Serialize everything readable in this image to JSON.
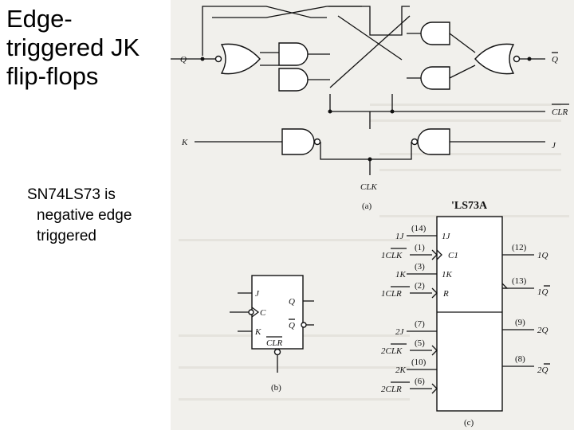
{
  "slide": {
    "title": "Edge-triggered JK flip-flops",
    "bullet_line1": "SN74LS73 is",
    "bullet_line2": "negative edge",
    "bullet_line3": "triggered"
  },
  "figure_a": {
    "caption": "(a)",
    "q_label": "Q",
    "q_bar_label": "Q",
    "k_label": "K",
    "j_label": "J",
    "clr_label": "CLR",
    "clk_label": "CLK"
  },
  "figure_b": {
    "caption": "(b)",
    "j": "J",
    "c": "C",
    "k": "K",
    "q": "Q",
    "q_bar": "Q",
    "clr": "CLR"
  },
  "figure_c": {
    "caption": "(c)",
    "chip_name": "'LS73A",
    "left_pins": [
      {
        "signal": "1J",
        "pin": "(14)",
        "inner": "1J"
      },
      {
        "signal": "1CLK",
        "pin": "(1)",
        "inner": "C1"
      },
      {
        "signal": "1K",
        "pin": "(3)",
        "inner": "1K"
      },
      {
        "signal": "1CLR",
        "pin": "(2)",
        "inner": "R"
      },
      {
        "signal": "2J",
        "pin": "(7)",
        "inner": ""
      },
      {
        "signal": "2CLK",
        "pin": "(5)",
        "inner": ""
      },
      {
        "signal": "2K",
        "pin": "(10)",
        "inner": ""
      },
      {
        "signal": "2CLR",
        "pin": "(6)",
        "inner": ""
      }
    ],
    "right_pins": [
      {
        "signal": "1Q",
        "pin": "(12)"
      },
      {
        "signal": "1Q",
        "pin": "(13)"
      },
      {
        "signal": "2Q",
        "pin": "(9)"
      },
      {
        "signal": "2Q",
        "pin": "(8)"
      }
    ]
  }
}
